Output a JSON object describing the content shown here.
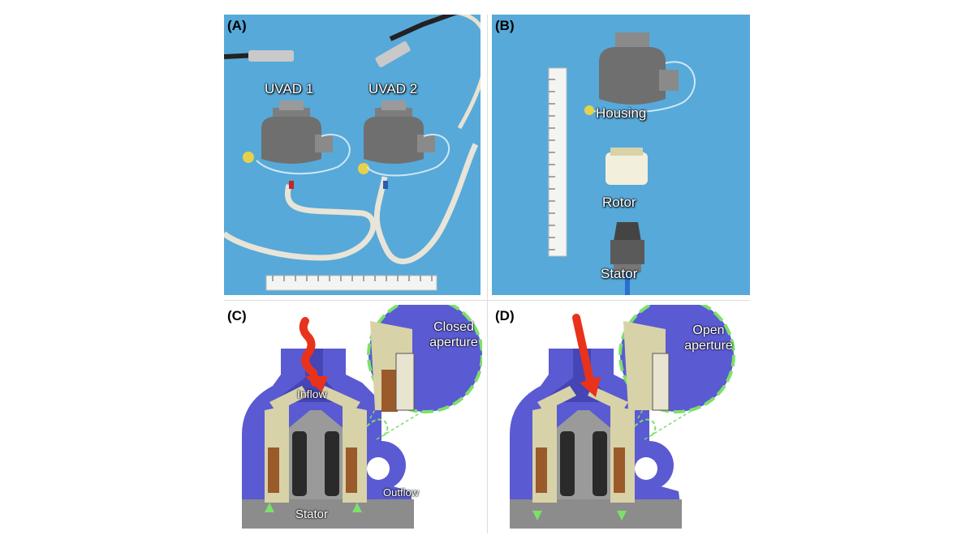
{
  "panels": {
    "a": {
      "letter": "(A)",
      "device1": "UVAD 1",
      "device2": "UVAD 2"
    },
    "b": {
      "letter": "(B)",
      "housing": "Housing",
      "rotor": "Rotor",
      "stator": "Stator"
    },
    "c": {
      "letter": "(C)",
      "aperture_line1": "Closed",
      "aperture_line2": "aperture",
      "inflow": "Inflow",
      "outflow": "Outflow",
      "stator": "Stator"
    },
    "d": {
      "letter": "(D)",
      "aperture_line1": "Open",
      "aperture_line2": "aperture"
    }
  },
  "colors": {
    "photo_background": "#57a9d9",
    "housing_cutaway": "#5a5ad2",
    "rotor_beige": "#d8d2a8",
    "coil_copper": "#9a5a2a",
    "magnet_black": "#2a2a2a",
    "stator_gray": "#8c8c8c",
    "flow_arrow_red": "#e8321c",
    "flow_arrow_green": "#7ce06a"
  }
}
